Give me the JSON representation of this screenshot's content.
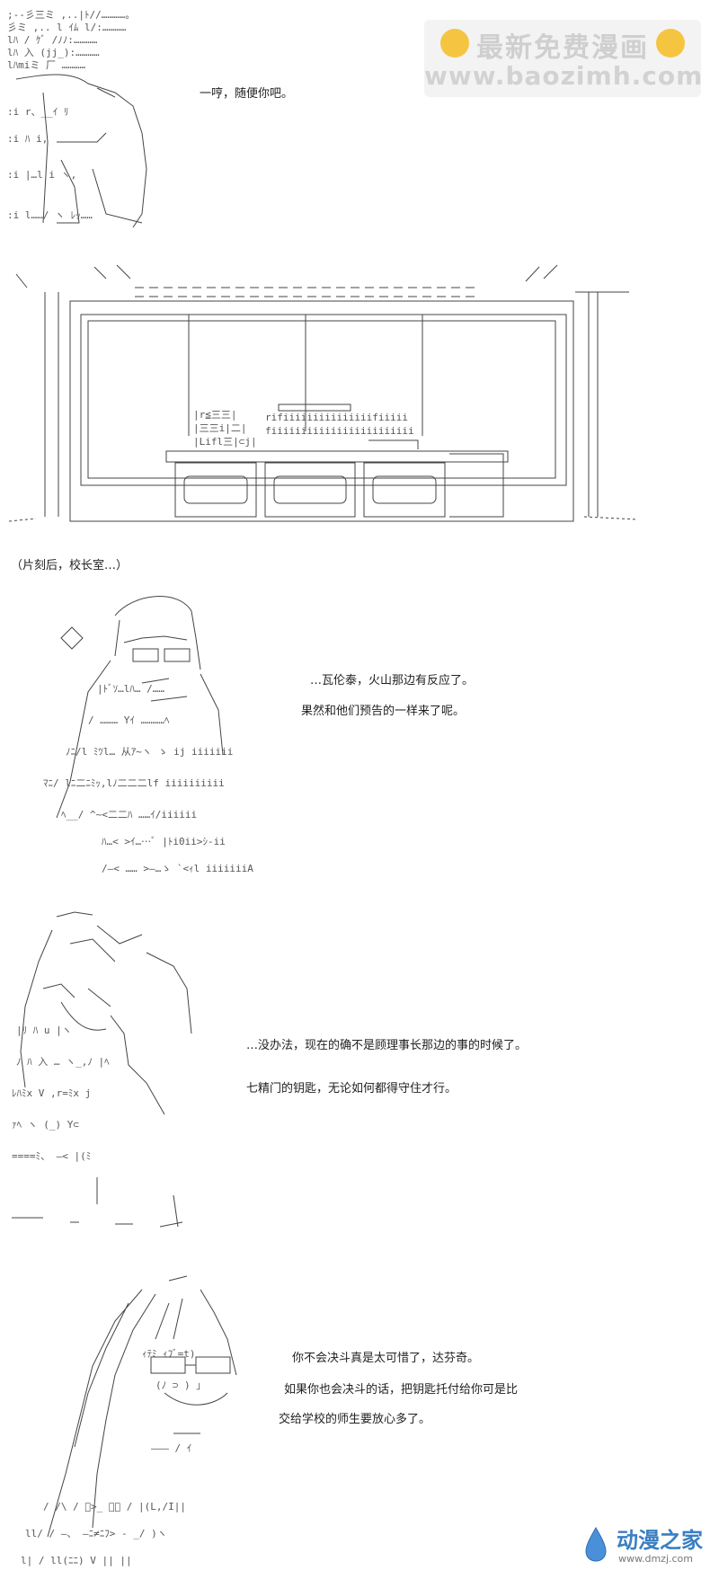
{
  "watermark_top": {
    "line1": "最新免费漫画",
    "line2": "www.baozimh.com"
  },
  "watermark_bottom": {
    "name": "动漫之家",
    "url": "www.dmzj.com"
  },
  "panel1": {
    "line": "一哼，随便你吧。"
  },
  "caption": "（片刻后，校长室…）",
  "panel3": {
    "lines": [
      "…瓦伦泰，火山那边有反应了。",
      "果然和他们预告的一样来了呢。"
    ]
  },
  "panel4": {
    "lines": [
      "…没办法，现在的确不是顾理事长那边的事的时候了。",
      "七精门的钥匙，无论如何都得守住才行。"
    ]
  },
  "panel5": {
    "lines": [
      "你不会决斗真是太可惜了，达芬奇。",
      "如果你也会决斗的话，把钥匙托付给你可是比",
      "交给学校的师生要放心多了。"
    ]
  }
}
